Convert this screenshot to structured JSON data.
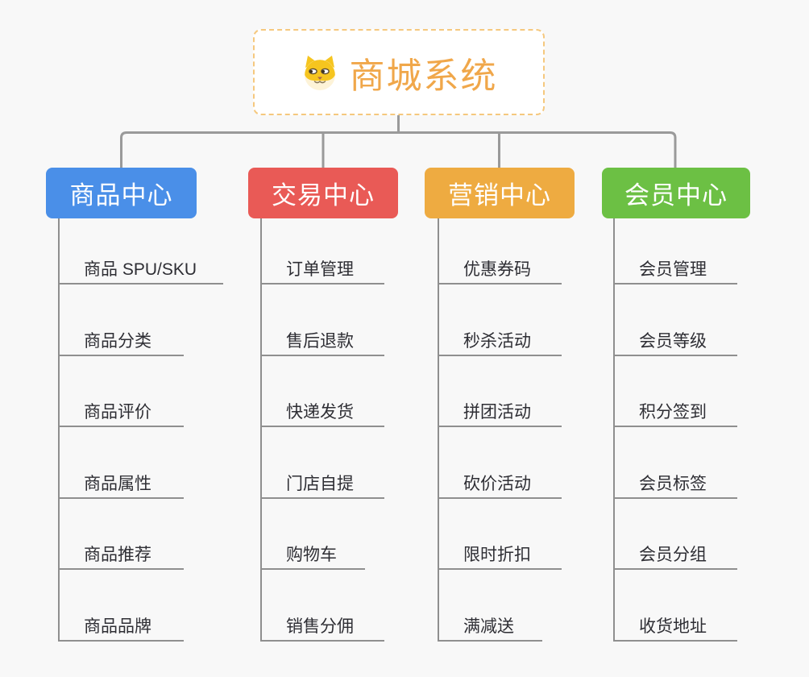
{
  "root": {
    "title": "商城系统",
    "icon": "shiba-dog-icon",
    "title_color": "#f0a74a",
    "border_color": "#f5c87e"
  },
  "branches": [
    {
      "label": "商品中心",
      "color": "#4a8fe8",
      "items": [
        "商品 SPU/SKU",
        "商品分类",
        "商品评价",
        "商品属性",
        "商品推荐",
        "商品品牌"
      ]
    },
    {
      "label": "交易中心",
      "color": "#e95a56",
      "items": [
        "订单管理",
        "售后退款",
        "快递发货",
        "门店自提",
        "购物车",
        "销售分佣"
      ]
    },
    {
      "label": "营销中心",
      "color": "#eeab41",
      "items": [
        "优惠券码",
        "秒杀活动",
        "拼团活动",
        "砍价活动",
        "限时折扣",
        "满减送"
      ]
    },
    {
      "label": "会员中心",
      "color": "#6cc044",
      "items": [
        "会员管理",
        "会员等级",
        "积分签到",
        "会员标签",
        "会员分组",
        "收货地址"
      ]
    }
  ],
  "style": {
    "background": "#f8f8f8",
    "connector_color": "#9a9a9a",
    "line_color": "#8f8f8f",
    "item_text_color": "#2e2e34"
  }
}
